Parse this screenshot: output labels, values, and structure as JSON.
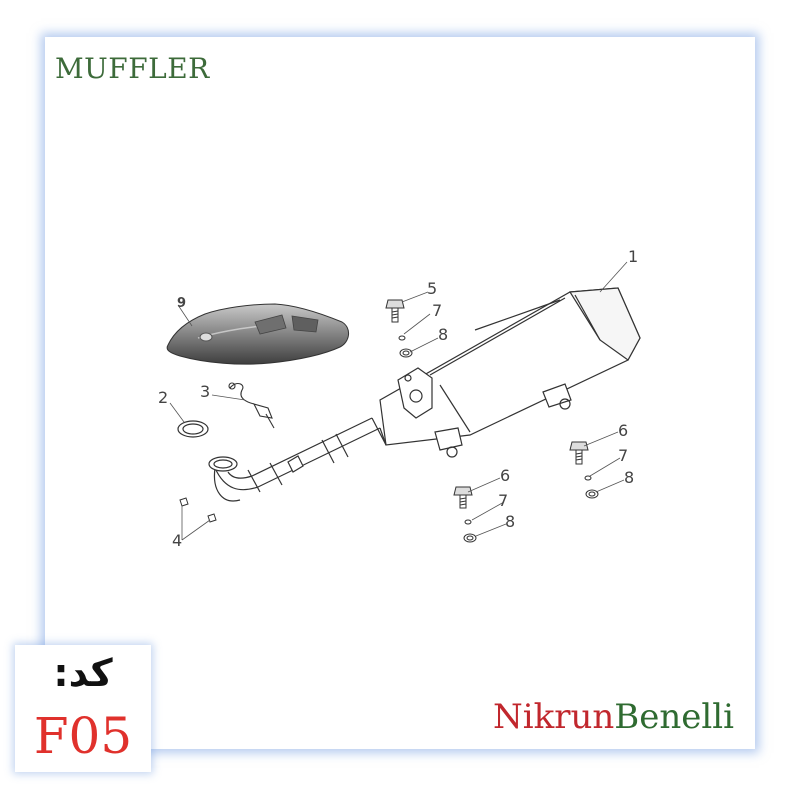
{
  "title": "MUFFLER",
  "callouts": {
    "c1": "1",
    "c2": "2",
    "c3": "3",
    "c4": "4",
    "c5": "5",
    "c6a": "6",
    "c6b": "6",
    "c7a": "7",
    "c7b": "7",
    "c7c": "7",
    "c8a": "8",
    "c8b": "8",
    "c8c": "8",
    "c9": "9"
  },
  "brand": {
    "part1": "Nikrun",
    "part2": "Benelli"
  },
  "code": {
    "label": "کد:",
    "value": "F05"
  },
  "colors": {
    "title": "#3d6b3a",
    "brand_red": "#c1272d",
    "brand_green": "#2f6b31",
    "code_value": "#e0312c",
    "frame_glow": "#78a0e1"
  }
}
